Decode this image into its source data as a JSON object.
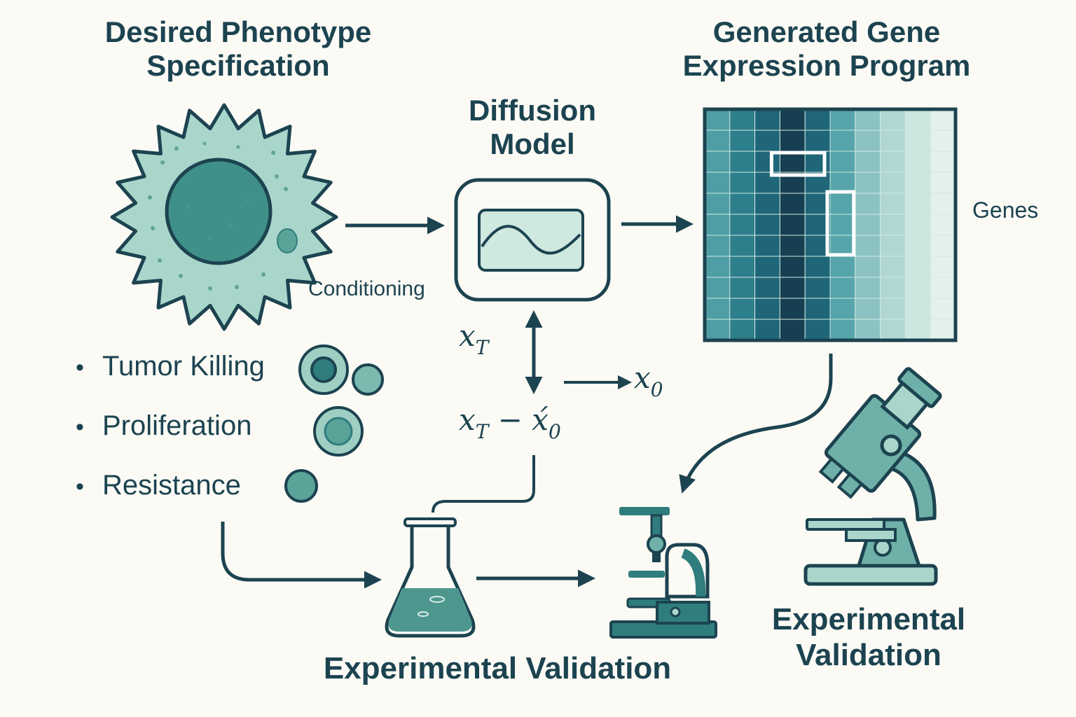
{
  "titles": {
    "phenotype": "Desired Phenotype Specification",
    "diffusion": "Diffusion Model",
    "generated": "Generated Gene Expression Program",
    "validation_main": "Experimental Validation",
    "validation_right": "Experimental Validation"
  },
  "labels": {
    "conditioning": "Conditioning",
    "genes": "Genes"
  },
  "phenotypes": [
    "Tumor Killing",
    "Proliferation",
    "Resistance"
  ],
  "math": {
    "xT_base": "x",
    "xT_sub": "T",
    "x0_base": "x",
    "x0_sub": "0",
    "expr_left": "x",
    "expr_left_sub": "T",
    "expr_op": " − ",
    "expr_right": "x́",
    "expr_right_sub": "0"
  },
  "heatmap": {
    "cols": 10,
    "rows": 11,
    "column_colors": [
      "#4f9ea6",
      "#2e7f8c",
      "#1f6679",
      "#173f52",
      "#1f6679",
      "#55a5aa",
      "#8cc3c2",
      "#b1d7d2",
      "#cde6e0",
      "#e3f1ec"
    ],
    "highlighted_cells": [
      {
        "row": 2,
        "col_start": 3,
        "col_end": 4
      },
      {
        "row_start": 4,
        "row_end": 6,
        "col": 5
      }
    ]
  },
  "colors": {
    "ink": "#1c4350",
    "teal_dark": "#2f7d7d",
    "teal_mid": "#6fb1a8",
    "teal_light": "#a9d6cb",
    "background": "#fbfaf5"
  },
  "icons": [
    "cell-icon",
    "wave-icon",
    "flask-icon",
    "microscope-icon",
    "microscope-large-icon"
  ]
}
